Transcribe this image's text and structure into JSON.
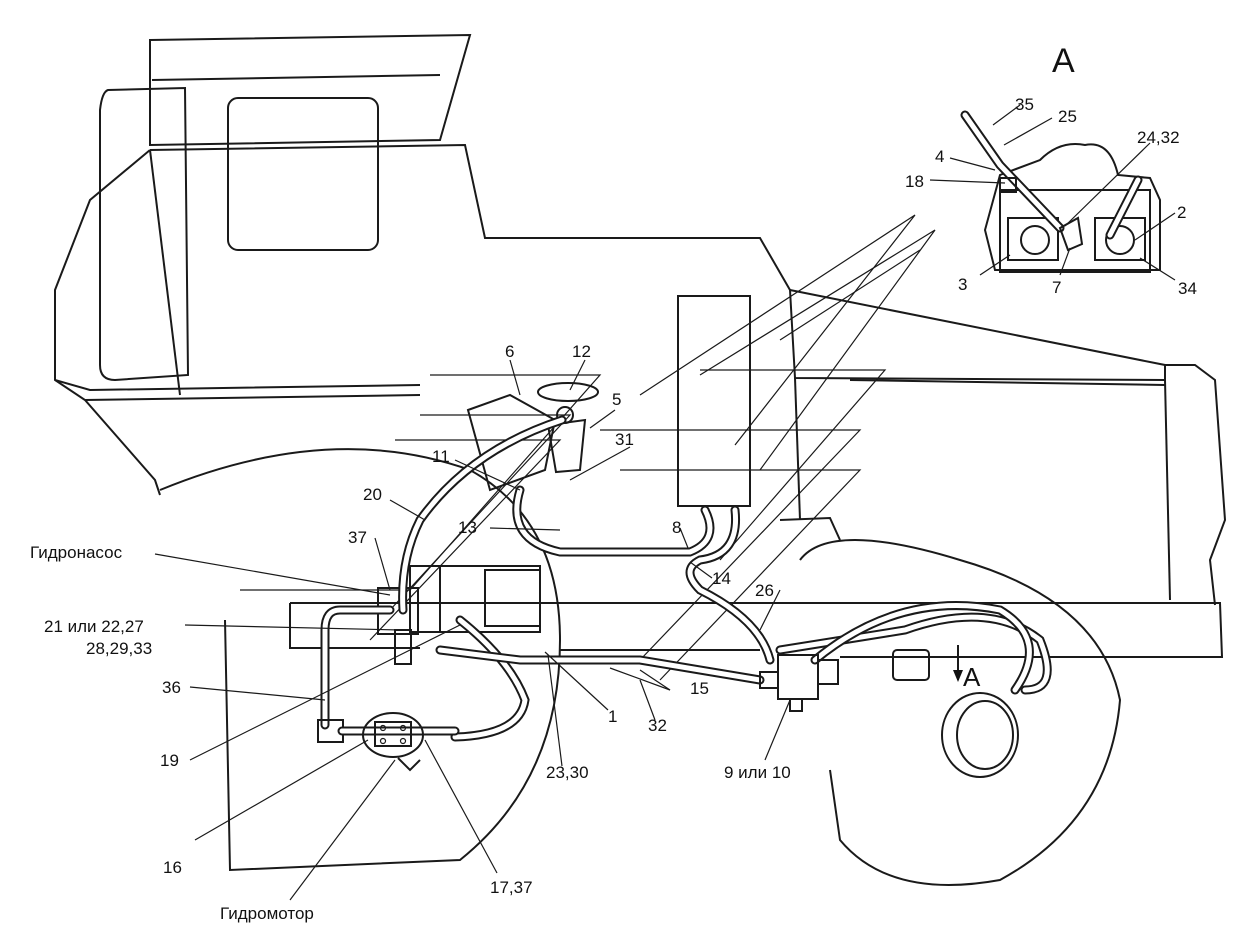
{
  "view_marker": "A",
  "inset_labels": [
    {
      "id": "i35",
      "text": "35"
    },
    {
      "id": "i25",
      "text": "25"
    },
    {
      "id": "i24",
      "text": "24,32"
    },
    {
      "id": "i4",
      "text": "4"
    },
    {
      "id": "i18",
      "text": "18"
    },
    {
      "id": "i2",
      "text": "2"
    },
    {
      "id": "i3",
      "text": "3"
    },
    {
      "id": "i7",
      "text": "7"
    },
    {
      "id": "i34",
      "text": "34"
    }
  ],
  "labels": [
    {
      "id": "l6",
      "text": "6"
    },
    {
      "id": "l12",
      "text": "12"
    },
    {
      "id": "l5",
      "text": "5"
    },
    {
      "id": "l31",
      "text": "31"
    },
    {
      "id": "l11",
      "text": "11"
    },
    {
      "id": "l20",
      "text": "20"
    },
    {
      "id": "l13",
      "text": "13"
    },
    {
      "id": "l8",
      "text": "8"
    },
    {
      "id": "l37",
      "text": "37"
    },
    {
      "id": "lpump",
      "text": "Гидронасос"
    },
    {
      "id": "l14",
      "text": "14"
    },
    {
      "id": "l26",
      "text": "26"
    },
    {
      "id": "l21",
      "text": "21 или 22,27"
    },
    {
      "id": "l28",
      "text": "28,29,33"
    },
    {
      "id": "l36",
      "text": "36"
    },
    {
      "id": "l15",
      "text": "15"
    },
    {
      "id": "l1",
      "text": "1"
    },
    {
      "id": "l32",
      "text": "32"
    },
    {
      "id": "l19",
      "text": "19"
    },
    {
      "id": "l23",
      "text": "23,30"
    },
    {
      "id": "l9",
      "text": "9 или 10"
    },
    {
      "id": "l16",
      "text": "16"
    },
    {
      "id": "l17",
      "text": "17,37"
    },
    {
      "id": "lmotor",
      "text": "Гидромотор"
    },
    {
      "id": "lA",
      "text": "A"
    }
  ]
}
